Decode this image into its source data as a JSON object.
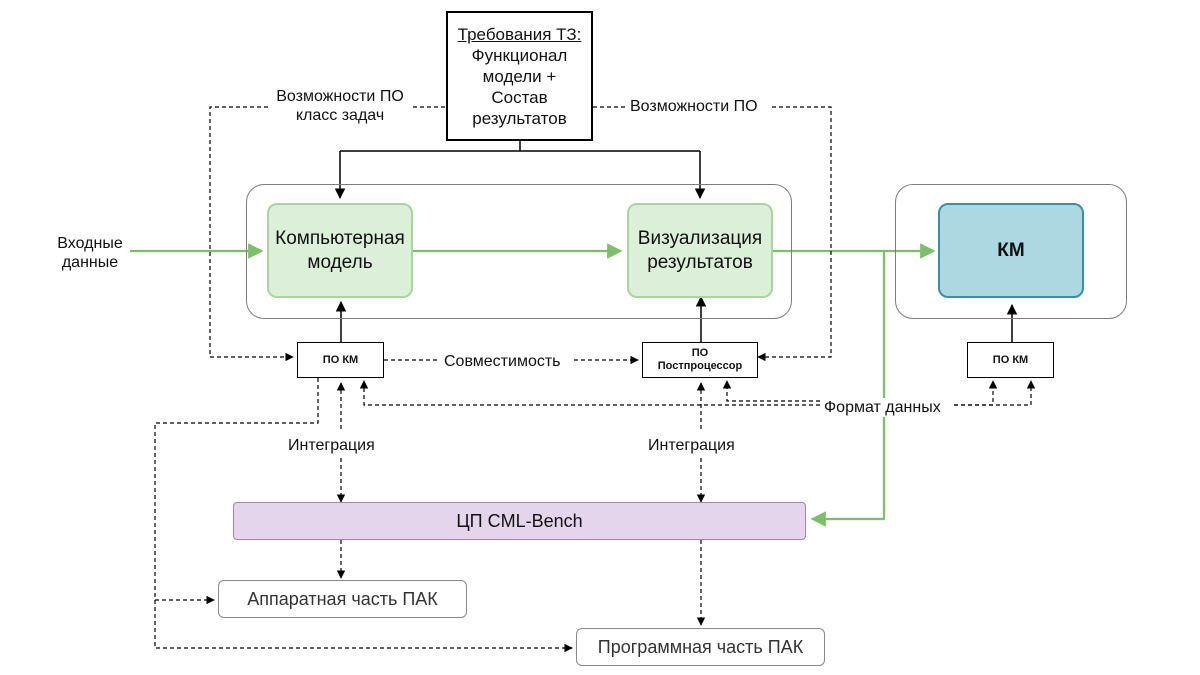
{
  "requirements": {
    "title": "Требования ТЗ:",
    "lines": [
      "Функционал",
      "модели +",
      "Состав",
      "результатов"
    ]
  },
  "labels": {
    "sw_capabilities_left_1": "Возможности ПО",
    "sw_capabilities_left_2": "класс задач",
    "sw_capabilities_right": "Возможности ПО",
    "input_1": "Входные",
    "input_2": "данные",
    "compatibility": "Совместимость",
    "data_format": "Формат данных",
    "integration_left": "Интеграция",
    "integration_right": "Интеграция"
  },
  "nodes": {
    "computer_model": [
      "Компьютерная",
      "модель"
    ],
    "visualization": [
      "Визуализация",
      "результатов"
    ],
    "km": "КМ",
    "po_km_left": "ПО КМ",
    "po_post": [
      "ПО",
      "Постпроцессор"
    ],
    "po_km_right": "ПО КМ",
    "cml_bench": "ЦП CML-Bench",
    "hardware": "Аппаратная часть ПАК",
    "software": "Программная часть ПАК"
  },
  "colors": {
    "green_line": "#7dbd6b",
    "green_fill": "#dcefd9",
    "km_fill": "#add8e2",
    "bench_fill": "#e5d5ec"
  }
}
